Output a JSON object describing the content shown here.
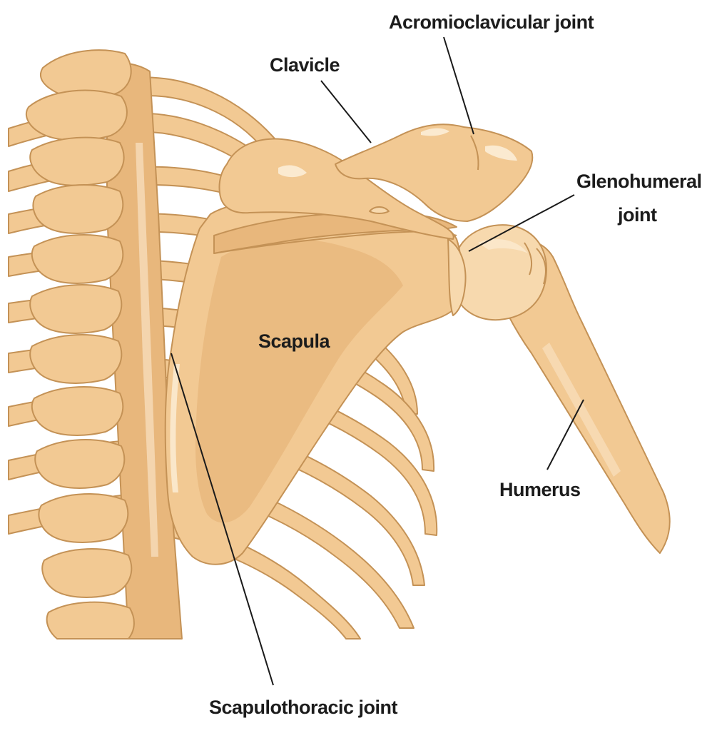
{
  "labels": {
    "acromioclavicular": "Acromioclavicular joint",
    "clavicle": "Clavicle",
    "glenohumeral_line1": "Glenohumeral",
    "glenohumeral_line2": "joint",
    "scapula": "Scapula",
    "humerus": "Humerus",
    "scapulothoracic": "Scapulothoracic joint"
  },
  "colors": {
    "bone": "#f2c993",
    "bone_outline": "#c49256",
    "highlight": "#fbead0",
    "text": "#1c1c1c",
    "background": "#ffffff"
  }
}
